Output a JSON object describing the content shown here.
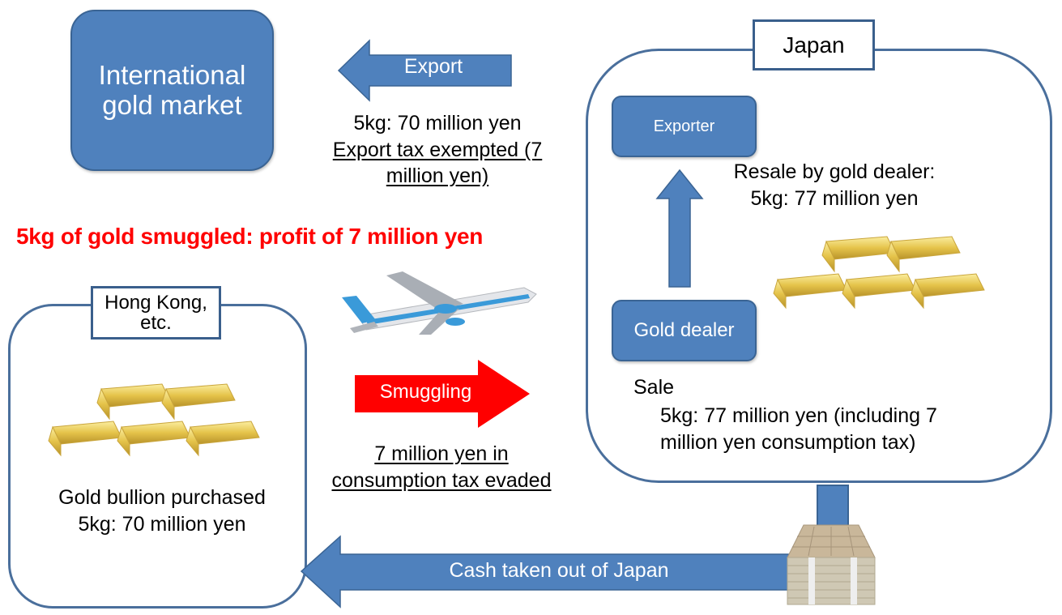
{
  "market": {
    "label_line1": "International",
    "label_line2": "gold market"
  },
  "export_arrow": {
    "label": "Export"
  },
  "export_info": {
    "value": "5kg: 70 million yen",
    "tax_line1": "Export tax exempted (7",
    "tax_line2": "million yen)"
  },
  "headline": "5kg of gold smuggled: profit of 7 million yen",
  "japan": {
    "tag": "Japan",
    "exporter": "Exporter",
    "gold_dealer": "Gold dealer",
    "resale_line1": "Resale by gold dealer:",
    "resale_line2": "5kg: 77 million yen",
    "sale_title": "Sale",
    "sale_line1": "5kg: 77 million yen (including 7",
    "sale_line2": "million yen consumption tax)"
  },
  "hongkong": {
    "tag_line1": "Hong Kong,",
    "tag_line2": "etc.",
    "purchase_line1": "Gold bullion purchased",
    "purchase_line2": "5kg: 70 million yen"
  },
  "smuggling_arrow": {
    "label": "Smuggling"
  },
  "evaded": {
    "line1": "7 million yen in",
    "line2": "consumption tax evaded"
  },
  "cash_arrow": {
    "label": "Cash taken out of Japan"
  },
  "colors": {
    "blue": "#4f81bd",
    "red": "#ff0000",
    "headline": "#ff0000",
    "gold": "#e8c84a"
  }
}
